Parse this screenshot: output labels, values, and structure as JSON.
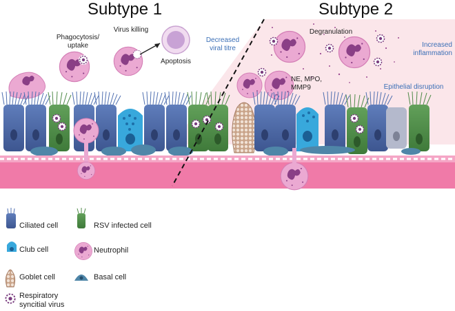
{
  "titles": {
    "subtype1": "Subtype 1",
    "subtype2": "Subtype 2"
  },
  "labels": {
    "phagocytosis": "Phagocytosis/\nuptake",
    "virus_killing": "Virus killing",
    "apoptosis": "Apoptosis",
    "decreased_titre": "Decreased\nviral titre",
    "degranulation": "Degranulation",
    "increased_inflammation": "Increased\ninflammation",
    "ne_mpo": "NE, MPO,\nMMP9",
    "epithelial_disruption": "Epithelial disruption"
  },
  "legend": [
    {
      "key": "ciliated",
      "label": "Ciliated cell"
    },
    {
      "key": "club",
      "label": "Club cell"
    },
    {
      "key": "goblet",
      "label": "Goblet cell"
    },
    {
      "key": "rsv_virus",
      "label": "Respiratory\nsyncitial virus"
    },
    {
      "key": "rsv_infected",
      "label": "RSV infected cell"
    },
    {
      "key": "neutrophil",
      "label": "Neutrophil"
    },
    {
      "key": "basal",
      "label": "Basal cell"
    }
  ],
  "colors": {
    "ciliated": "#4e6aa6",
    "infected": "#4f8a48",
    "club": "#38a8dc",
    "goblet": "#c9a48a",
    "neutrophil": "#e9a6cf",
    "nucleus": "#8a3f86",
    "basement": "#f07aa8",
    "inflamed_bg": "#fbe6ea",
    "text_blue": "#3b6fb6"
  }
}
